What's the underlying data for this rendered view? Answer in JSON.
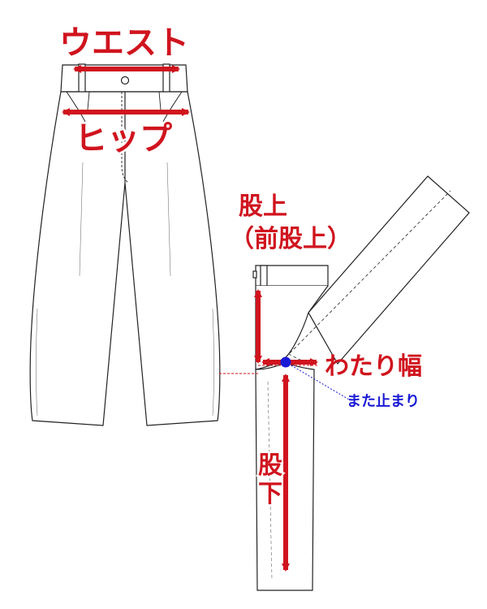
{
  "colors": {
    "accent": "#d0141e",
    "note": "#1a1ad6",
    "outline": "#222222",
    "background": "#ffffff"
  },
  "labels": {
    "waist": "ウエスト",
    "hip": "ヒップ",
    "rise": "股上",
    "front_rise": "（前股上）",
    "thigh_width": "わたり幅",
    "crotch_point": "また止まり",
    "inseam_1": "股",
    "inseam_2": "下"
  }
}
